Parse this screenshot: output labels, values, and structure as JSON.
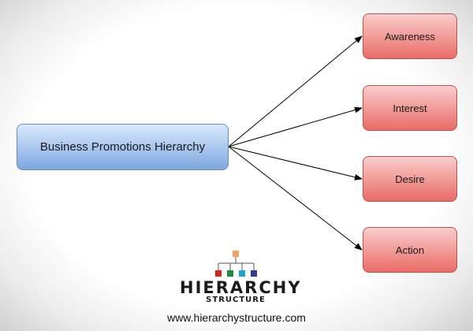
{
  "diagram": {
    "root": {
      "label": "Business Promotions Hierarchy"
    },
    "children": [
      {
        "label": "Awareness"
      },
      {
        "label": "Interest"
      },
      {
        "label": "Desire"
      },
      {
        "label": "Action"
      }
    ],
    "colors": {
      "root_fill_top": "#dae8fc",
      "root_fill_bottom": "#7ea6e0",
      "root_border": "#6c8ebf",
      "child_fill_top": "#f8cecc",
      "child_fill_bottom": "#ea6b66",
      "child_border": "#b85450",
      "connector": "#000000"
    }
  },
  "branding": {
    "logo_word": "HIERARCHY",
    "logo_sub": "STRUCTURE",
    "logo_colors": [
      "#f4a460",
      "#d9221c",
      "#1e8b3a",
      "#1aa3d8",
      "#2c3e8f"
    ],
    "url": "www.hierarchystructure.com"
  }
}
